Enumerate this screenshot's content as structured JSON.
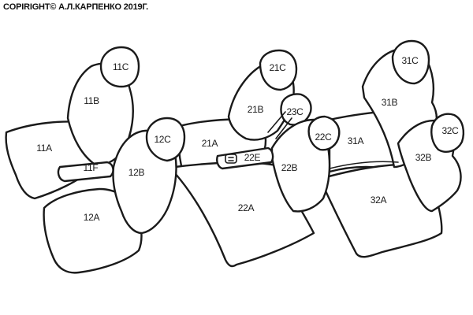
{
  "copyright": "COPIRIGHT© А.Л.КАРПЕНКО 2019Г.",
  "labels": {
    "s11A": "11A",
    "s11B": "11B",
    "s11C": "11C",
    "s11F": "11F",
    "s12A": "12A",
    "s12B": "12B",
    "s12C": "12C",
    "s21A": "21A",
    "s21B": "21B",
    "s21C": "21C",
    "s22A": "22A",
    "s22B": "22B",
    "s22C": "22C",
    "s22E": "22E",
    "s23C": "23C",
    "s31A": "31A",
    "s31B": "31B",
    "s31C": "31C",
    "s32A": "32A",
    "s32B": "32B",
    "s32C": "32C"
  }
}
